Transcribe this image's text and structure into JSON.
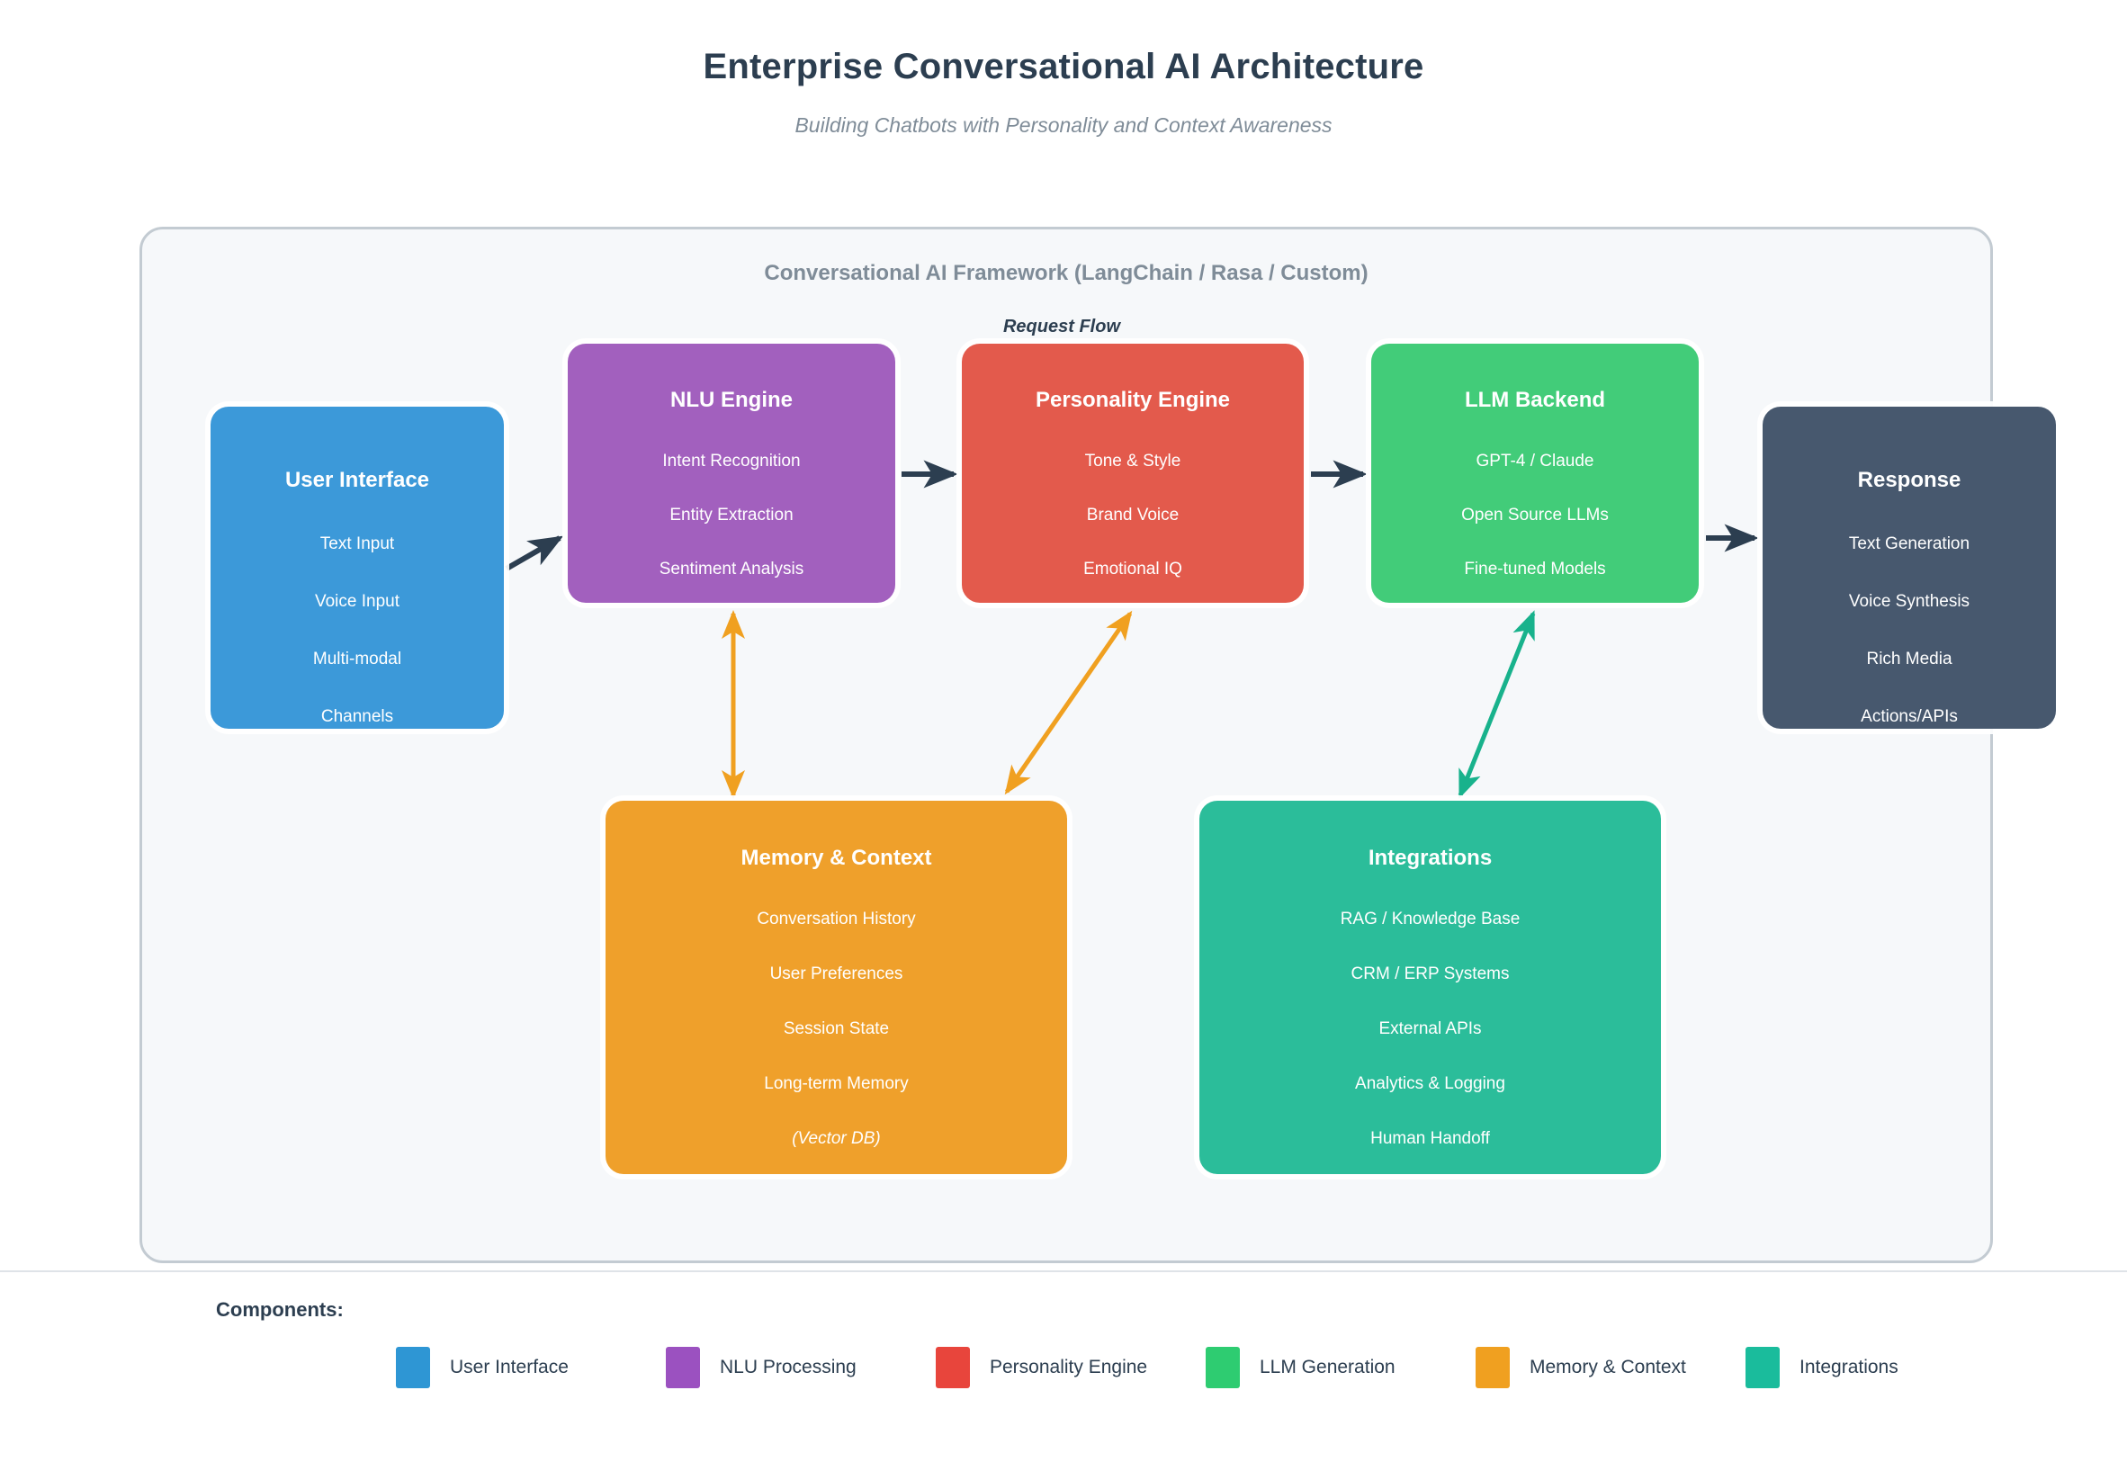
{
  "header": {
    "title": "Enterprise Conversational AI Architecture",
    "subtitle": "Building Chatbots with Personality and Context Awareness"
  },
  "framework": {
    "label": "Conversational AI Framework (LangChain / Rasa / Custom)",
    "request_flow_label": "Request Flow"
  },
  "nodes": {
    "user_interface": {
      "title": "User Interface",
      "color": "#3c99d9",
      "items": [
        "Text Input",
        "Voice Input",
        "Multi-modal",
        "Channels"
      ]
    },
    "nlu_engine": {
      "title": "NLU Engine",
      "color": "#a260be",
      "items": [
        "Intent Recognition",
        "Entity Extraction",
        "Sentiment Analysis"
      ]
    },
    "personality_engine": {
      "title": "Personality Engine",
      "color": "#e35a4c",
      "items": [
        "Tone & Style",
        "Brand Voice",
        "Emotional IQ"
      ]
    },
    "llm_backend": {
      "title": "LLM Backend",
      "color": "#42cc79",
      "items": [
        "GPT-4 / Claude",
        "Open Source LLMs",
        "Fine-tuned Models"
      ]
    },
    "response": {
      "title": "Response",
      "color": "#47586e",
      "items": [
        "Text Generation",
        "Voice Synthesis",
        "Rich Media",
        "Actions/APIs"
      ]
    },
    "memory_context": {
      "title": "Memory & Context",
      "color": "#efa02b",
      "items": [
        "Conversation History",
        "User Preferences",
        "Session State",
        "Long-term Memory"
      ],
      "note": "(Vector DB)"
    },
    "integrations": {
      "title": "Integrations",
      "color": "#2bbd9a",
      "items": [
        "RAG / Knowledge Base",
        "CRM / ERP Systems",
        "External APIs",
        "Analytics & Logging",
        "Human Handoff"
      ]
    }
  },
  "connections": [
    {
      "from": "user_interface",
      "to": "nlu_engine",
      "color": "#2c3e50",
      "direction": "forward"
    },
    {
      "from": "nlu_engine",
      "to": "personality_engine",
      "color": "#2c3e50",
      "direction": "forward"
    },
    {
      "from": "personality_engine",
      "to": "llm_backend",
      "color": "#2c3e50",
      "direction": "forward"
    },
    {
      "from": "llm_backend",
      "to": "response",
      "color": "#2c3e50",
      "direction": "forward"
    },
    {
      "from": "memory_context",
      "to": "nlu_engine",
      "color": "#f0a020",
      "direction": "both"
    },
    {
      "from": "memory_context",
      "to": "personality_engine",
      "color": "#f0a020",
      "direction": "both"
    },
    {
      "from": "integrations",
      "to": "llm_backend",
      "color": "#18b28c",
      "direction": "both"
    }
  ],
  "legend": {
    "heading": "Components:",
    "items": [
      {
        "label": "User Interface",
        "color": "#2e96d4"
      },
      {
        "label": "NLU Processing",
        "color": "#9b51c0"
      },
      {
        "label": "Personality Engine",
        "color": "#e8453c"
      },
      {
        "label": "LLM Generation",
        "color": "#2ecc71"
      },
      {
        "label": "Memory & Context",
        "color": "#f0a020"
      },
      {
        "label": "Integrations",
        "color": "#1abc9c"
      }
    ]
  }
}
